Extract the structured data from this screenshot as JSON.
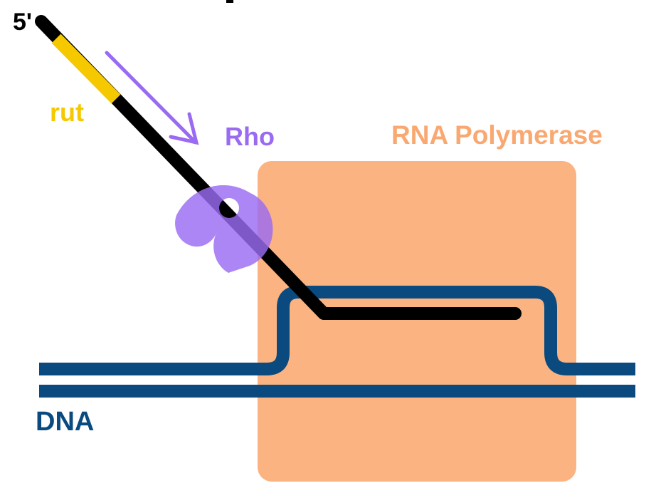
{
  "labels": {
    "five_prime": "5'",
    "rut": "rut",
    "rho": "Rho",
    "polymerase": "RNA Polymerase",
    "dna": "DNA"
  },
  "colors": {
    "rna_strand": "#000000",
    "rut_site": "#F5C800",
    "rho": "#9A6BF2",
    "arrow": "#9A6BF2",
    "polymerase": "#FBB382",
    "polymerase_label": "#F9A871",
    "dna": "#0B4A7E"
  },
  "icons": {
    "direction_arrow": "arrow-icon"
  }
}
